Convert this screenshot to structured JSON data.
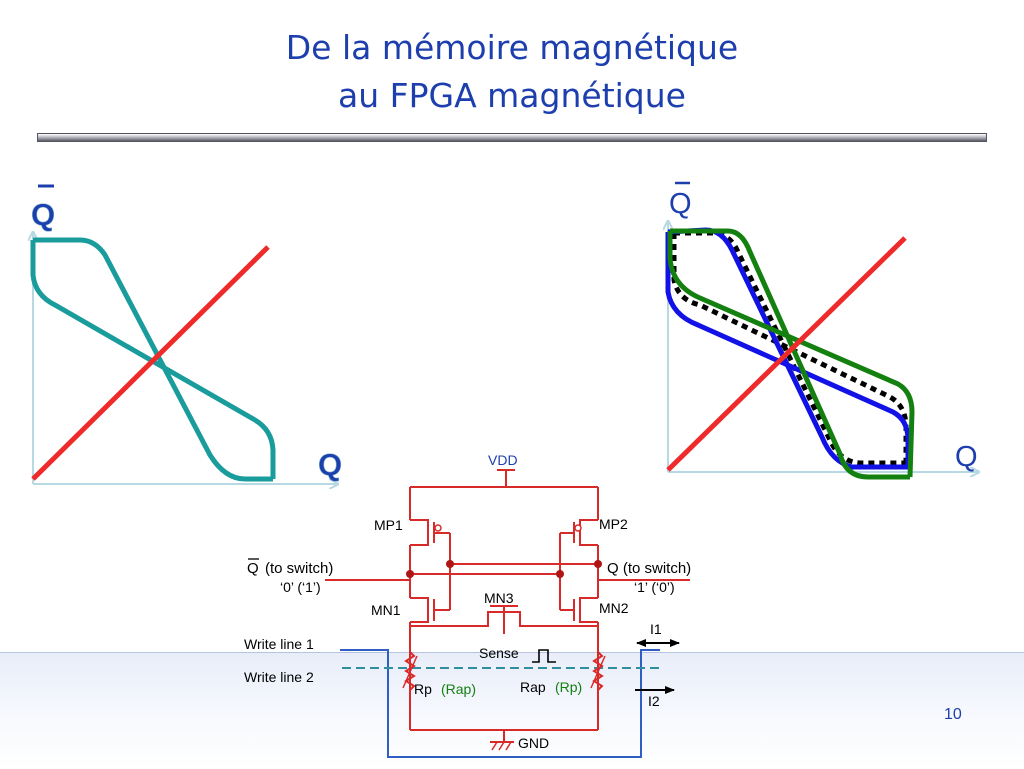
{
  "slide": {
    "title_line1": "De la mémoire magnétique",
    "title_line2": "au FPGA magnétique",
    "page_number": "10"
  },
  "left_plot": {
    "y_axis_label": "Q",
    "x_axis_label": "Q",
    "curve_color": "#1a9c9c",
    "line_color": "#ee2a2a"
  },
  "right_plot": {
    "y_axis_label": "Q",
    "x_axis_label": "Q",
    "curve_colors": [
      "#1212e6",
      "#13800f",
      "#000000"
    ],
    "line_color": "#ee2a2a"
  },
  "circuit": {
    "vdd": "VDD",
    "gnd": "GND",
    "mp1": "MP1",
    "mp2": "MP2",
    "mn1": "MN1",
    "mn2": "MN2",
    "mn3": "MN3",
    "qbar_label": "Q",
    "qbar_to_switch": "(to switch)",
    "qbar_values": "‘0’ (‘1’)",
    "q_to_switch": "Q (to switch)",
    "q_values": "‘1’ (‘0’)",
    "write_line1": "Write line 1",
    "write_line2": "Write line 2",
    "sense": "Sense",
    "rp_left": "Rp",
    "rap_left": "(Rap)",
    "rap_right": "Rap",
    "rp_right": "(Rp)",
    "i1": "I1",
    "i2": "I2",
    "wire_colors": {
      "circuit": "#d92a2a",
      "write_line": "#2f5fc4",
      "dashed": "#2f8f9f"
    }
  }
}
